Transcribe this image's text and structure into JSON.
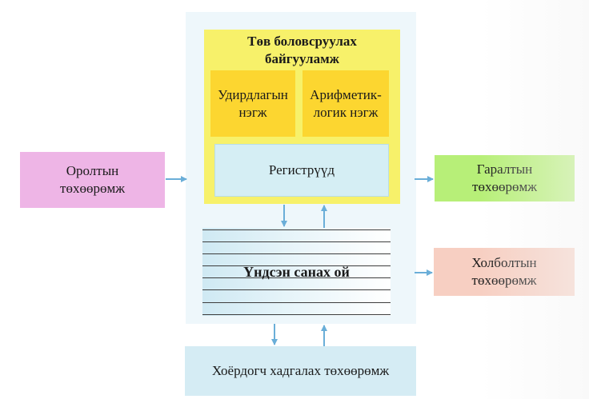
{
  "cpu": {
    "title_line1": "Төв боловсруулах",
    "title_line2": "байгууламж",
    "control_unit_line1": "Удирдлагын",
    "control_unit_line2": "нэгж",
    "alu_line1": "Арифметик-",
    "alu_line2": "логик нэгж",
    "registers": "Регистрүүд"
  },
  "memory": {
    "label": "Үндсэн санах ой"
  },
  "devices": {
    "input_line1": "Оролтын",
    "input_line2": "төхөөрөмж",
    "output_line1": "Гаралтын",
    "output_line2": "төхөөрөмж",
    "comm_line1": "Холболтын",
    "comm_line2": "төхөөрөмж",
    "storage": "Хоёрдогч хадгалах төхөөрөмж"
  },
  "colors": {
    "arrow": "#6aaed8",
    "cpu_bg": "#f7f16a",
    "unit_bg": "#fcd630",
    "input_bg": "#eeb5e6",
    "output_bg": "#b7ef78",
    "comm_bg": "#f7cfc2",
    "storage_bg": "#d5ecf4"
  }
}
